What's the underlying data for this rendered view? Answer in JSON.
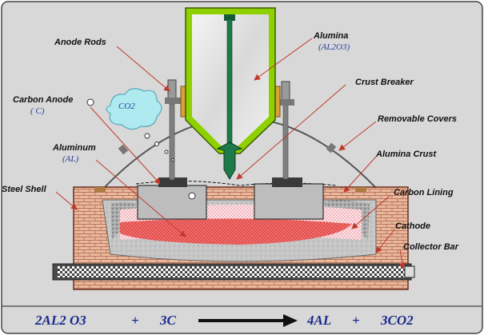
{
  "labels": {
    "anode_rods": "Anode Rods",
    "alumina": "Alumina",
    "alumina_formula": "(AL2O3)",
    "crust_breaker": "Crust Breaker",
    "carbon_anode": "Carbon Anode",
    "carbon_formula": "( C)",
    "co2_bubble": "CO2",
    "removable_covers": "Removable Covers",
    "aluminum": "Aluminum",
    "aluminum_formula": "(AL)",
    "alumina_crust": "Alumina Crust",
    "steel_shell": "Steel Shell",
    "carbon_lining": "Carbon Lining",
    "cathode": "Cathode",
    "collector_bar": "Collector Bar"
  },
  "equation": {
    "reactant_1": "2AL2 O3",
    "plus_1": "+",
    "reactant_2": "3C",
    "product_1": "4AL",
    "plus_2": "+",
    "product_2": "3CO2"
  },
  "colors": {
    "background": "#d8d8d8",
    "hopper_outline": "#8ed000",
    "crust_breaker": "#1f7a4a",
    "brick": "#e9b79a",
    "molten_aluminum": "#e85a5a",
    "electrolyte_dots": "#f2a0a8",
    "carbon_anode": "#bfbfbf",
    "arrow": "#c0392b",
    "equation_text": "#1a2a8a"
  }
}
